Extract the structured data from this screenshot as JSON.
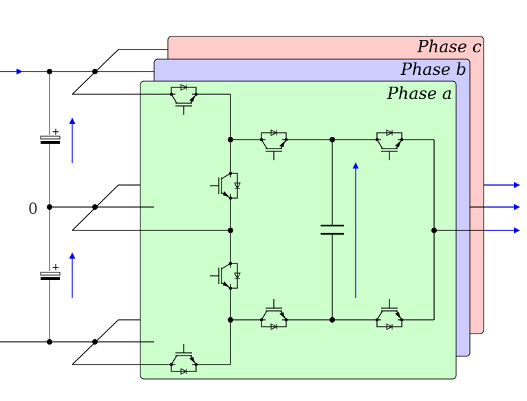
{
  "phases": [
    {
      "label": "Phase c",
      "color": "#ffcccc"
    },
    {
      "label": "Phase b",
      "color": "#ccccff"
    },
    {
      "label": "Phase a",
      "color": "#ccffcc"
    }
  ],
  "midpoint_label": "0",
  "capacitor_plus": "+",
  "arrow_color": "#0000ff",
  "components": {
    "switch_icon": "igbt-with-antiparallel-diode",
    "capacitor_icon": "capacitor"
  }
}
